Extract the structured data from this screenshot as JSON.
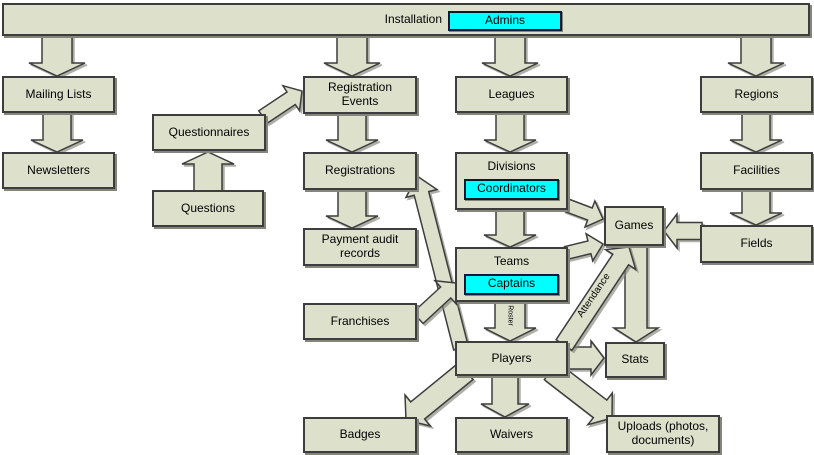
{
  "top_bar": {
    "label": "Installation",
    "badge": "Admins"
  },
  "nodes": {
    "mailing_lists": "Mailing Lists",
    "newsletters": "Newsletters",
    "questionnaires": "Questionnaires",
    "questions": "Questions",
    "registration_events": "Registration Events",
    "registrations": "Registrations",
    "payment_audit_records": "Payment audit records",
    "franchises": "Franchises",
    "leagues": "Leagues",
    "divisions": "Divisions",
    "coordinators": "Coordinators",
    "teams": "Teams",
    "captains": "Captains",
    "players": "Players",
    "games": "Games",
    "stats": "Stats",
    "regions": "Regions",
    "facilities": "Facilities",
    "fields": "Fields",
    "badges": "Badges",
    "waivers": "Waivers",
    "uploads": "Uploads (photos, documents)"
  },
  "edge_labels": {
    "roster": "Roster",
    "attendance": "Attendance"
  },
  "colors": {
    "node_fill": "#dde1cc",
    "node_border": "#3d3d3d",
    "highlight_fill": "#00ffff",
    "highlight_border": "#0b1a33",
    "shadow": "#84867c",
    "background": "#ffffff"
  }
}
